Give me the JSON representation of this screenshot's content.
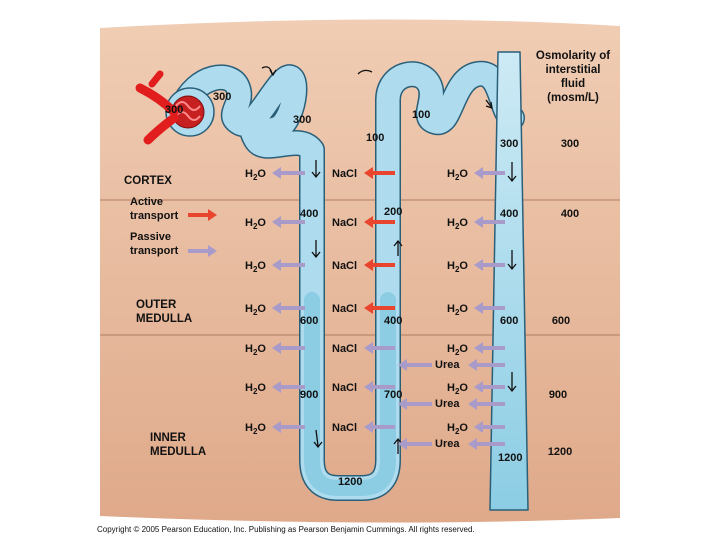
{
  "header": {
    "lines": [
      "Osmolarity of",
      "interstitial",
      "fluid",
      "(mosm/L)"
    ]
  },
  "zones": {
    "cortex": [
      "CORTEX"
    ],
    "outer_medulla": [
      "OUTER",
      "MEDULLA"
    ],
    "inner_medulla": [
      "INNER",
      "MEDULLA"
    ]
  },
  "legend": {
    "active": [
      "Active",
      "transport"
    ],
    "passive": [
      "Passive",
      "transport"
    ]
  },
  "scale_values": [
    "300",
    "400",
    "600",
    "900",
    "1200"
  ],
  "tubule_values": {
    "proximal_1": "300",
    "proximal_2": "300",
    "descending_400": "400",
    "descending_600": "600",
    "descending_900": "900",
    "loop_bottom": "1200",
    "ascending_100": "100",
    "ascending_200": "200",
    "ascending_400": "400",
    "ascending_700": "700",
    "distal_100": "100",
    "collecting_300": "300",
    "collecting_400": "400",
    "collecting_600": "600",
    "collecting_1200": "1200",
    "glomerulus": "300"
  },
  "labels": {
    "water": "H",
    "water_sub": "2",
    "water_tail": "O",
    "salt": "NaCl",
    "urea": "Urea"
  },
  "colors": {
    "interstitium": "#e8b99a",
    "tubule": "#aedcee",
    "active_arrow": "#e8442e",
    "passive_arrow": "#a99bc9",
    "vessel": "#e11d1d"
  },
  "footer": {
    "copyright": "Copyright © 2005 Pearson Education, Inc. Publishing as Pearson Benjamin Cummings. All rights reserved."
  }
}
